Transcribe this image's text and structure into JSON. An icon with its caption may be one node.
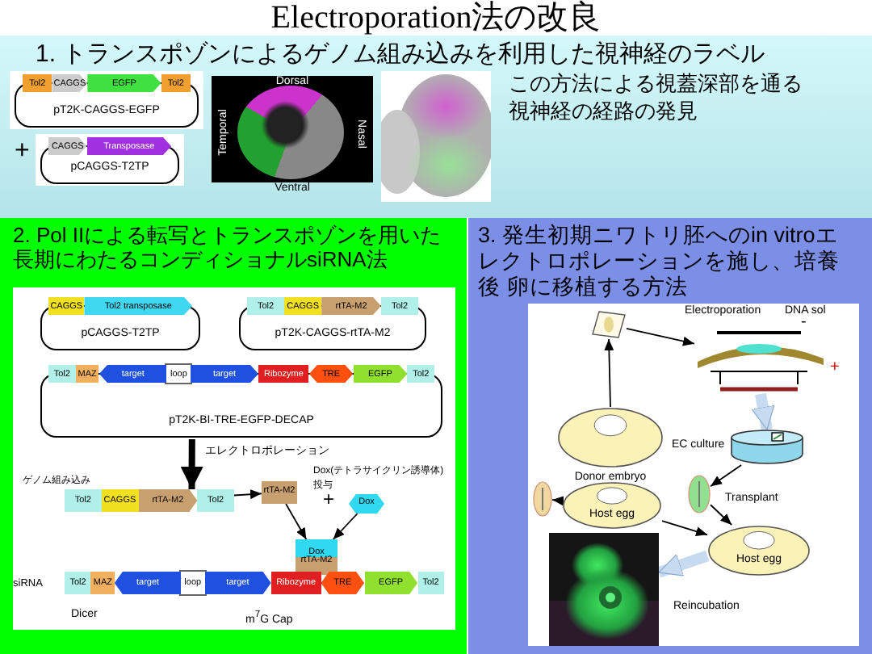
{
  "diagram": {
    "title": "Electroporation法の改良",
    "nodes": [
      {
        "text": [
          "1. トランスポゾンによるゲノム組み込みを利用した視神経のラベル",
          "この方法による視蓋深部を通る視神経の経路の発見"
        ]
      },
      {
        "text": [
          "Tol2",
          "CAGGS",
          "EGFP",
          "Tol2",
          "pT2K-CAGGS-EGFP"
        ],
        "in": 0
      },
      {
        "text": [
          "CAGGS",
          "Transposase",
          "pCAGGS-T2TP"
        ],
        "in": 0
      },
      {
        "text": [
          "Dorsal",
          "Nasal",
          "Temporal",
          "Ventral"
        ],
        "in": 0
      },
      {
        "text": [],
        "shape": "picture",
        "in": 0
      },
      {
        "text": [
          "2. Pol IIによる転写とトランスポゾンを用いた長期にわたるコンディショナルsiRNA法"
        ]
      },
      {
        "text": [
          "CAGGS",
          "Tol2 transposase",
          "pCAGGS-T2TP"
        ],
        "in": 5
      },
      {
        "text": [
          "Tol2",
          "CAGGS",
          "rtTA-M2",
          "Tol2",
          "pT2K-CAGGS-rtTA-M2"
        ],
        "in": 5
      },
      {
        "text": [
          "Tol2",
          "MAZ",
          "target",
          "loop",
          "target",
          "Ribozyme",
          "TRE",
          "EGFP",
          "Tol2",
          "pT2K-BI-TRE-EGFP-DECAP"
        ],
        "in": 5
      },
      {
        "text": [
          "Tol2",
          "CAGGS",
          "rtTA-M2",
          "Tol2"
        ],
        "in": 5,
        "beside": [
          "ゲノム組み込み"
        ]
      },
      {
        "text": [
          "rtTA-M2"
        ],
        "in": 5
      },
      {
        "text": [
          "Dox"
        ],
        "in": 5,
        "beside": [
          "Dox(テトラサイクリン誘導体) 投与"
        ]
      },
      {
        "text": [
          "Dox",
          "rtTA-M2"
        ],
        "in": 5
      },
      {
        "text": [
          "Tol2",
          "MAZ",
          "target",
          "loop",
          "target",
          "Ribozyme",
          "TRE",
          "EGFP",
          "Tol2"
        ],
        "in": 5
      },
      {
        "text": [
          "3. 発生初期ニワトリ胚へのin vitroエレクトロポレーションを施し、培養後 卵に移植する方法"
        ]
      },
      {
        "text": [],
        "shape": "picture",
        "in": 14
      },
      {
        "text": [],
        "shape": "picture",
        "in": 14,
        "beside": [
          "Electroporation",
          "DNA sol",
          "-",
          "+"
        ]
      },
      {
        "text": [
          "Donor embryo"
        ],
        "in": 14
      },
      {
        "text": [],
        "shape": "cylinder",
        "in": 14,
        "beside": [
          "EC culture"
        ]
      },
      {
        "text": [],
        "shape": "picture",
        "in": 14
      },
      {
        "text": [
          "Host egg"
        ],
        "in": 14
      },
      {
        "text": [],
        "shape": "picture",
        "in": 14
      },
      {
        "text": [
          "Host egg"
        ],
        "in": 14
      },
      {
        "text": [],
        "shape": "picture",
        "in": 14
      }
    ],
    "edges": [
      {
        "from": 8,
        "to": 9,
        "arrow": "to",
        "label": "エレクトロポレーション",
        "style": "thick"
      },
      {
        "from": 9,
        "to": 10,
        "arrow": "to"
      },
      {
        "from": 10,
        "to": 12,
        "arrow": "to"
      },
      {
        "from": 11,
        "to": 12,
        "arrow": "to"
      },
      {
        "from": 17,
        "to": 15,
        "arrow": "to"
      },
      {
        "from": 15,
        "to": 16,
        "arrow": "to"
      },
      {
        "from": 16,
        "to": 18,
        "arrow": "to",
        "style": "thick",
        "color": "#c6daf0"
      },
      {
        "from": 18,
        "to": 21,
        "arrow": "to"
      },
      {
        "from": 21,
        "to": 22,
        "arrow": "to",
        "label": "Transplant"
      },
      {
        "from": 20,
        "to": 19,
        "arrow": "to"
      },
      {
        "from": 20,
        "to": 22,
        "arrow": "to"
      },
      {
        "from": 22,
        "to": 23,
        "arrow": "to",
        "label": "Reincubation",
        "style": "thick",
        "color": "#c6daf0"
      }
    ],
    "labels": [
      "+",
      "+",
      "siRNA",
      "Dicer",
      "m$^{7}$G Cap"
    ]
  }
}
